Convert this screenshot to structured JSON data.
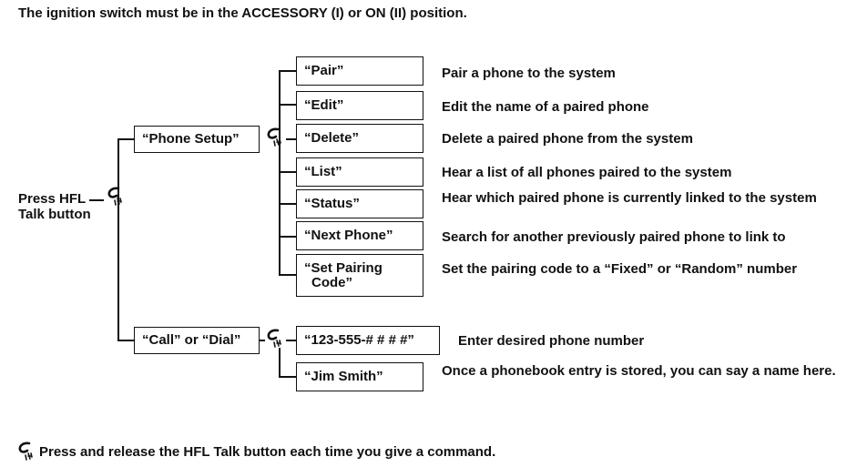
{
  "header": "The ignition switch must be in the ACCESSORY (I) or ON (II) position.",
  "root_label_line1": "Press HFL",
  "root_label_line2": "Talk button",
  "level1": {
    "phone_setup": "“Phone Setup”",
    "call_dial": "“Call” or “Dial”"
  },
  "phone_setup_items": [
    {
      "command": "“Pair”",
      "description": "Pair a phone to the system"
    },
    {
      "command": "“Edit”",
      "description": "Edit the name of a paired phone"
    },
    {
      "command": "“Delete”",
      "description": "Delete a paired phone from the system"
    },
    {
      "command": "“List”",
      "description": "Hear a list of all phones paired to the system"
    },
    {
      "command": "“Status”",
      "description": "Hear which paired phone is currently linked to the system"
    },
    {
      "command": "“Next Phone”",
      "description": "Search for another previously paired phone to link to"
    },
    {
      "command_line1": "“Set Pairing",
      "command_line2": "Code”",
      "description": "Set the pairing code to a “Fixed” or “Random” number"
    }
  ],
  "call_items": [
    {
      "command": "“123-555-# # # #”",
      "description": "Enter desired phone number"
    },
    {
      "command": "“Jim Smith”",
      "description": "Once a phonebook entry is stored, you can say a name here."
    }
  ],
  "footer": "Press and release the HFL Talk button each time you give a command.",
  "icons": {
    "talk": "talk-button-icon"
  }
}
